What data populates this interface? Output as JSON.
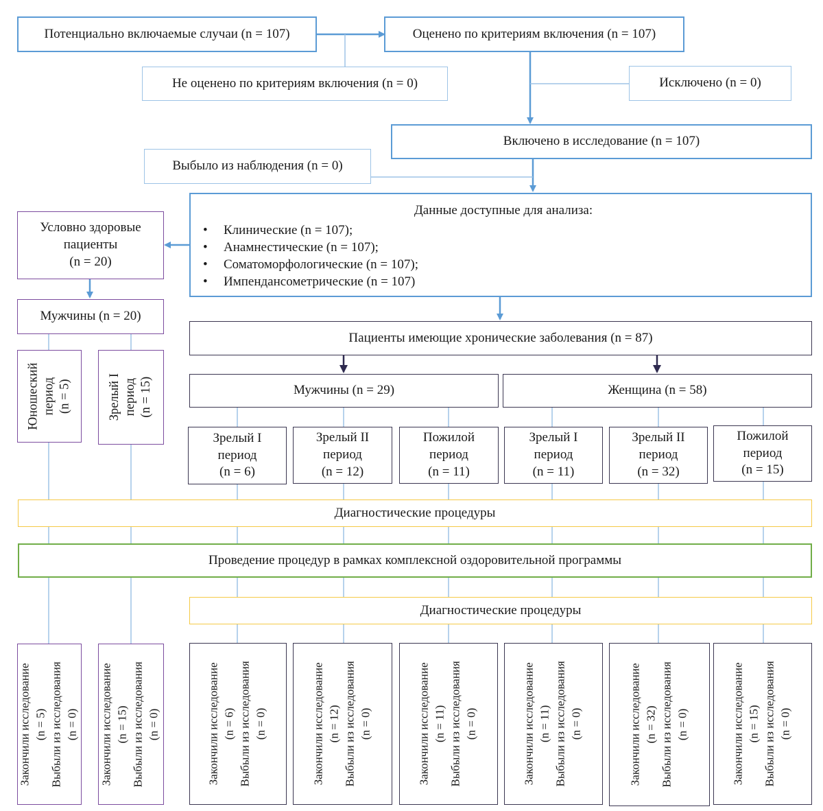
{
  "boxes": {
    "potential": "Потенциально включаемые случаи (n = 107)",
    "assessed": "Оценено по критериям включения (n = 107)",
    "not_assessed": "Не оценено по критериям включения (n = 0)",
    "excluded": "Исключено (n = 0)",
    "included": "Включено в исследование (n = 107)",
    "lost": "Выбыло из наблюдения (n = 0)",
    "analysis": {
      "title": "Данные доступные для анализа:",
      "items": [
        "Клинические (n = 107);",
        "Анамнестические (n = 107);",
        "Соматоморфологические (n = 107);",
        "Импендансометрические (n = 107)"
      ]
    },
    "healthy": [
      "Условно здоровые",
      "пациенты",
      "(n = 20)"
    ],
    "healthy_men": "Мужчины (n = 20)",
    "healthy_youth": [
      "Юношеский",
      "период",
      "(n = 5)"
    ],
    "healthy_mature1": [
      "Зрелый I",
      "период",
      "(n = 15)"
    ],
    "chronic": "Пациенты имеющие хронические заболевания (n = 87)",
    "chronic_men": "Мужчины (n = 29)",
    "chronic_women": "Женщина (n = 58)",
    "groups": [
      [
        "Зрелый I",
        "период",
        "(n = 6)"
      ],
      [
        "Зрелый II",
        "период",
        "(n = 12)"
      ],
      [
        "Пожилой",
        "период",
        "(n = 11)"
      ],
      [
        "Зрелый I",
        "период",
        "(n = 11)"
      ],
      [
        "Зрелый II",
        "период",
        "(n = 32)"
      ],
      [
        "Пожилой",
        "период",
        "(n = 15)"
      ]
    ],
    "diag1": "Диагностические процедуры",
    "program": "Проведение процедур в рамках комплексной оздоровительной программы",
    "diag2": "Диагностические процедуры",
    "outcomes": [
      [
        "Закончили исследование",
        "(n = 5)",
        "Выбыли из исследования",
        "(n = 0)"
      ],
      [
        "Закончили исследование",
        "(n = 15)",
        "Выбыли из исследования",
        "(n = 0)"
      ],
      [
        "Закончили исследование",
        "(n = 6)",
        "Выбыли из исследования",
        "(n = 0)"
      ],
      [
        "Закончили исследование",
        "(n = 12)",
        "Выбыли из исследования",
        "(n = 0)"
      ],
      [
        "Закончили исследование",
        "(n = 11)",
        "Выбыли из исследования",
        "(n = 0)"
      ],
      [
        "Закончили исследование",
        "(n = 11)",
        "Выбыли из исследования",
        "(n = 0)"
      ],
      [
        "Закончили исследование",
        "(n = 32)",
        "Выбыли из исследования",
        "(n = 0)"
      ],
      [
        "Закончили исследование",
        "(n = 15)",
        "Выбыли из исследования",
        "(n = 0)"
      ]
    ]
  },
  "colors": {
    "blue_border": "#5b9bd5",
    "light_blue_border": "#9dc3e6",
    "purple_border": "#7b4b9e",
    "dark_border": "#3a3550",
    "yellow_border": "#f5c945",
    "green_border": "#70ad47",
    "dark_arrow": "#2e2a4f"
  }
}
